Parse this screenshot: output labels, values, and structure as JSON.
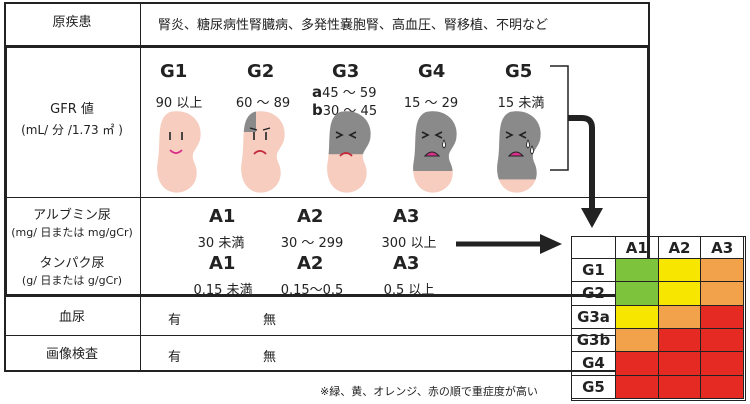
{
  "table": {
    "disease": {
      "label": "原疾患",
      "value": "腎炎、糖尿病性腎臓病、多発性嚢胞腎、高血圧、腎移植、不明など"
    },
    "gfr": {
      "label_line1": "GFR 値",
      "label_line2": "(mL/ 分 /1.73 ㎡ )",
      "stages": [
        {
          "name": "G1",
          "range": "90 以上",
          "gray_fraction": 0
        },
        {
          "name": "G2",
          "range": "60 ～ 89",
          "gray_fraction": 0.2
        },
        {
          "name": "G3",
          "range_a_letter": "a",
          "range_a": "45 ～ 59",
          "range_b_letter": "b",
          "range_b": "30 ～ 45",
          "gray_fraction": 0.55
        },
        {
          "name": "G4",
          "range": "15 ～ 29",
          "gray_fraction": 0.75
        },
        {
          "name": "G5",
          "range": "15 未満",
          "gray_fraction": 0.85
        }
      ]
    },
    "albumin": {
      "label_line1": "アルブミン尿",
      "label_line2": "(mg/ 日または mg/gCr)",
      "stages": [
        {
          "name": "A1",
          "range": "30 未満"
        },
        {
          "name": "A2",
          "range": "30 ～ 299"
        },
        {
          "name": "A3",
          "range": "300 以上"
        }
      ]
    },
    "protein": {
      "label_line1": "タンパク尿",
      "label_line2": "(g/ 日または g/gCr)",
      "stages": [
        {
          "name": "A1",
          "range": "0.15 未満"
        },
        {
          "name": "A2",
          "range": "0.15～0.5"
        },
        {
          "name": "A3",
          "range": "0.5 以上"
        }
      ]
    },
    "hematuria": {
      "label": "血尿",
      "opt1": "有",
      "opt2": "無"
    },
    "imaging": {
      "label": "画像検査",
      "opt1": "有",
      "opt2": "無"
    }
  },
  "grid": {
    "col_headers": [
      "A1",
      "A2",
      "A3"
    ],
    "rows": [
      {
        "label": "G1",
        "cells": [
          "green",
          "yellow",
          "orange"
        ]
      },
      {
        "label": "G2",
        "cells": [
          "green",
          "yellow",
          "orange"
        ]
      },
      {
        "label": "G3a",
        "cells": [
          "yellow",
          "orange",
          "red"
        ]
      },
      {
        "label": "G3b",
        "cells": [
          "orange",
          "red",
          "red"
        ]
      },
      {
        "label": "G4",
        "cells": [
          "red",
          "red",
          "red"
        ]
      },
      {
        "label": "G5",
        "cells": [
          "red",
          "red",
          "red"
        ]
      }
    ]
  },
  "colors": {
    "green": "#7dc33b",
    "yellow": "#f6e600",
    "orange": "#f2a24a",
    "red": "#e42a23",
    "kidney_pink": "#f6cdbf",
    "kidney_gray": "#8a8a8a"
  },
  "footnote": "※緑、黄、オレンジ、赤の順で重症度が高い"
}
